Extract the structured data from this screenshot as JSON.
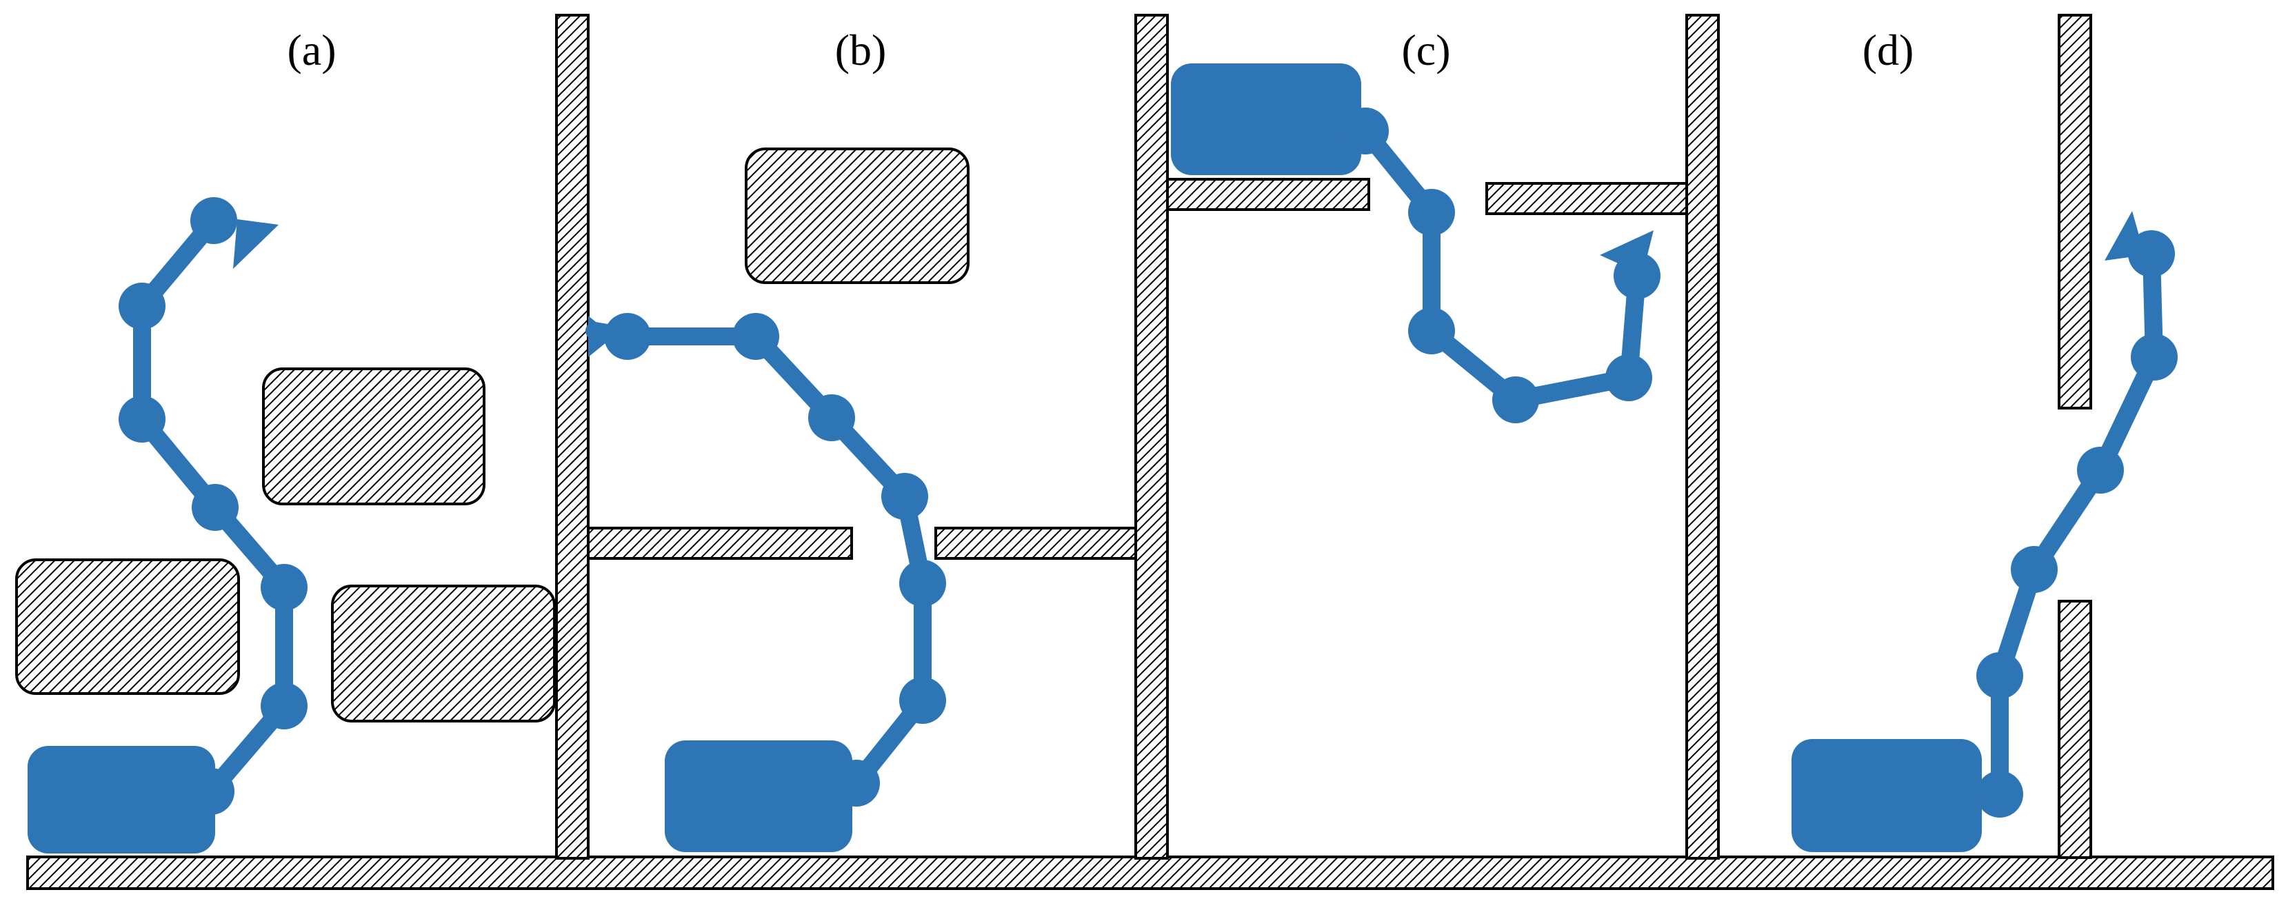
{
  "panels": [
    {
      "label": "(a)"
    },
    {
      "label": "(b)"
    },
    {
      "label": "(c)"
    },
    {
      "label": "(d)"
    }
  ],
  "colors": {
    "robot": "#2e75b6",
    "obstacle_stroke": "#000000",
    "obstacle_hatch": "#000000",
    "background": "#ffffff"
  }
}
